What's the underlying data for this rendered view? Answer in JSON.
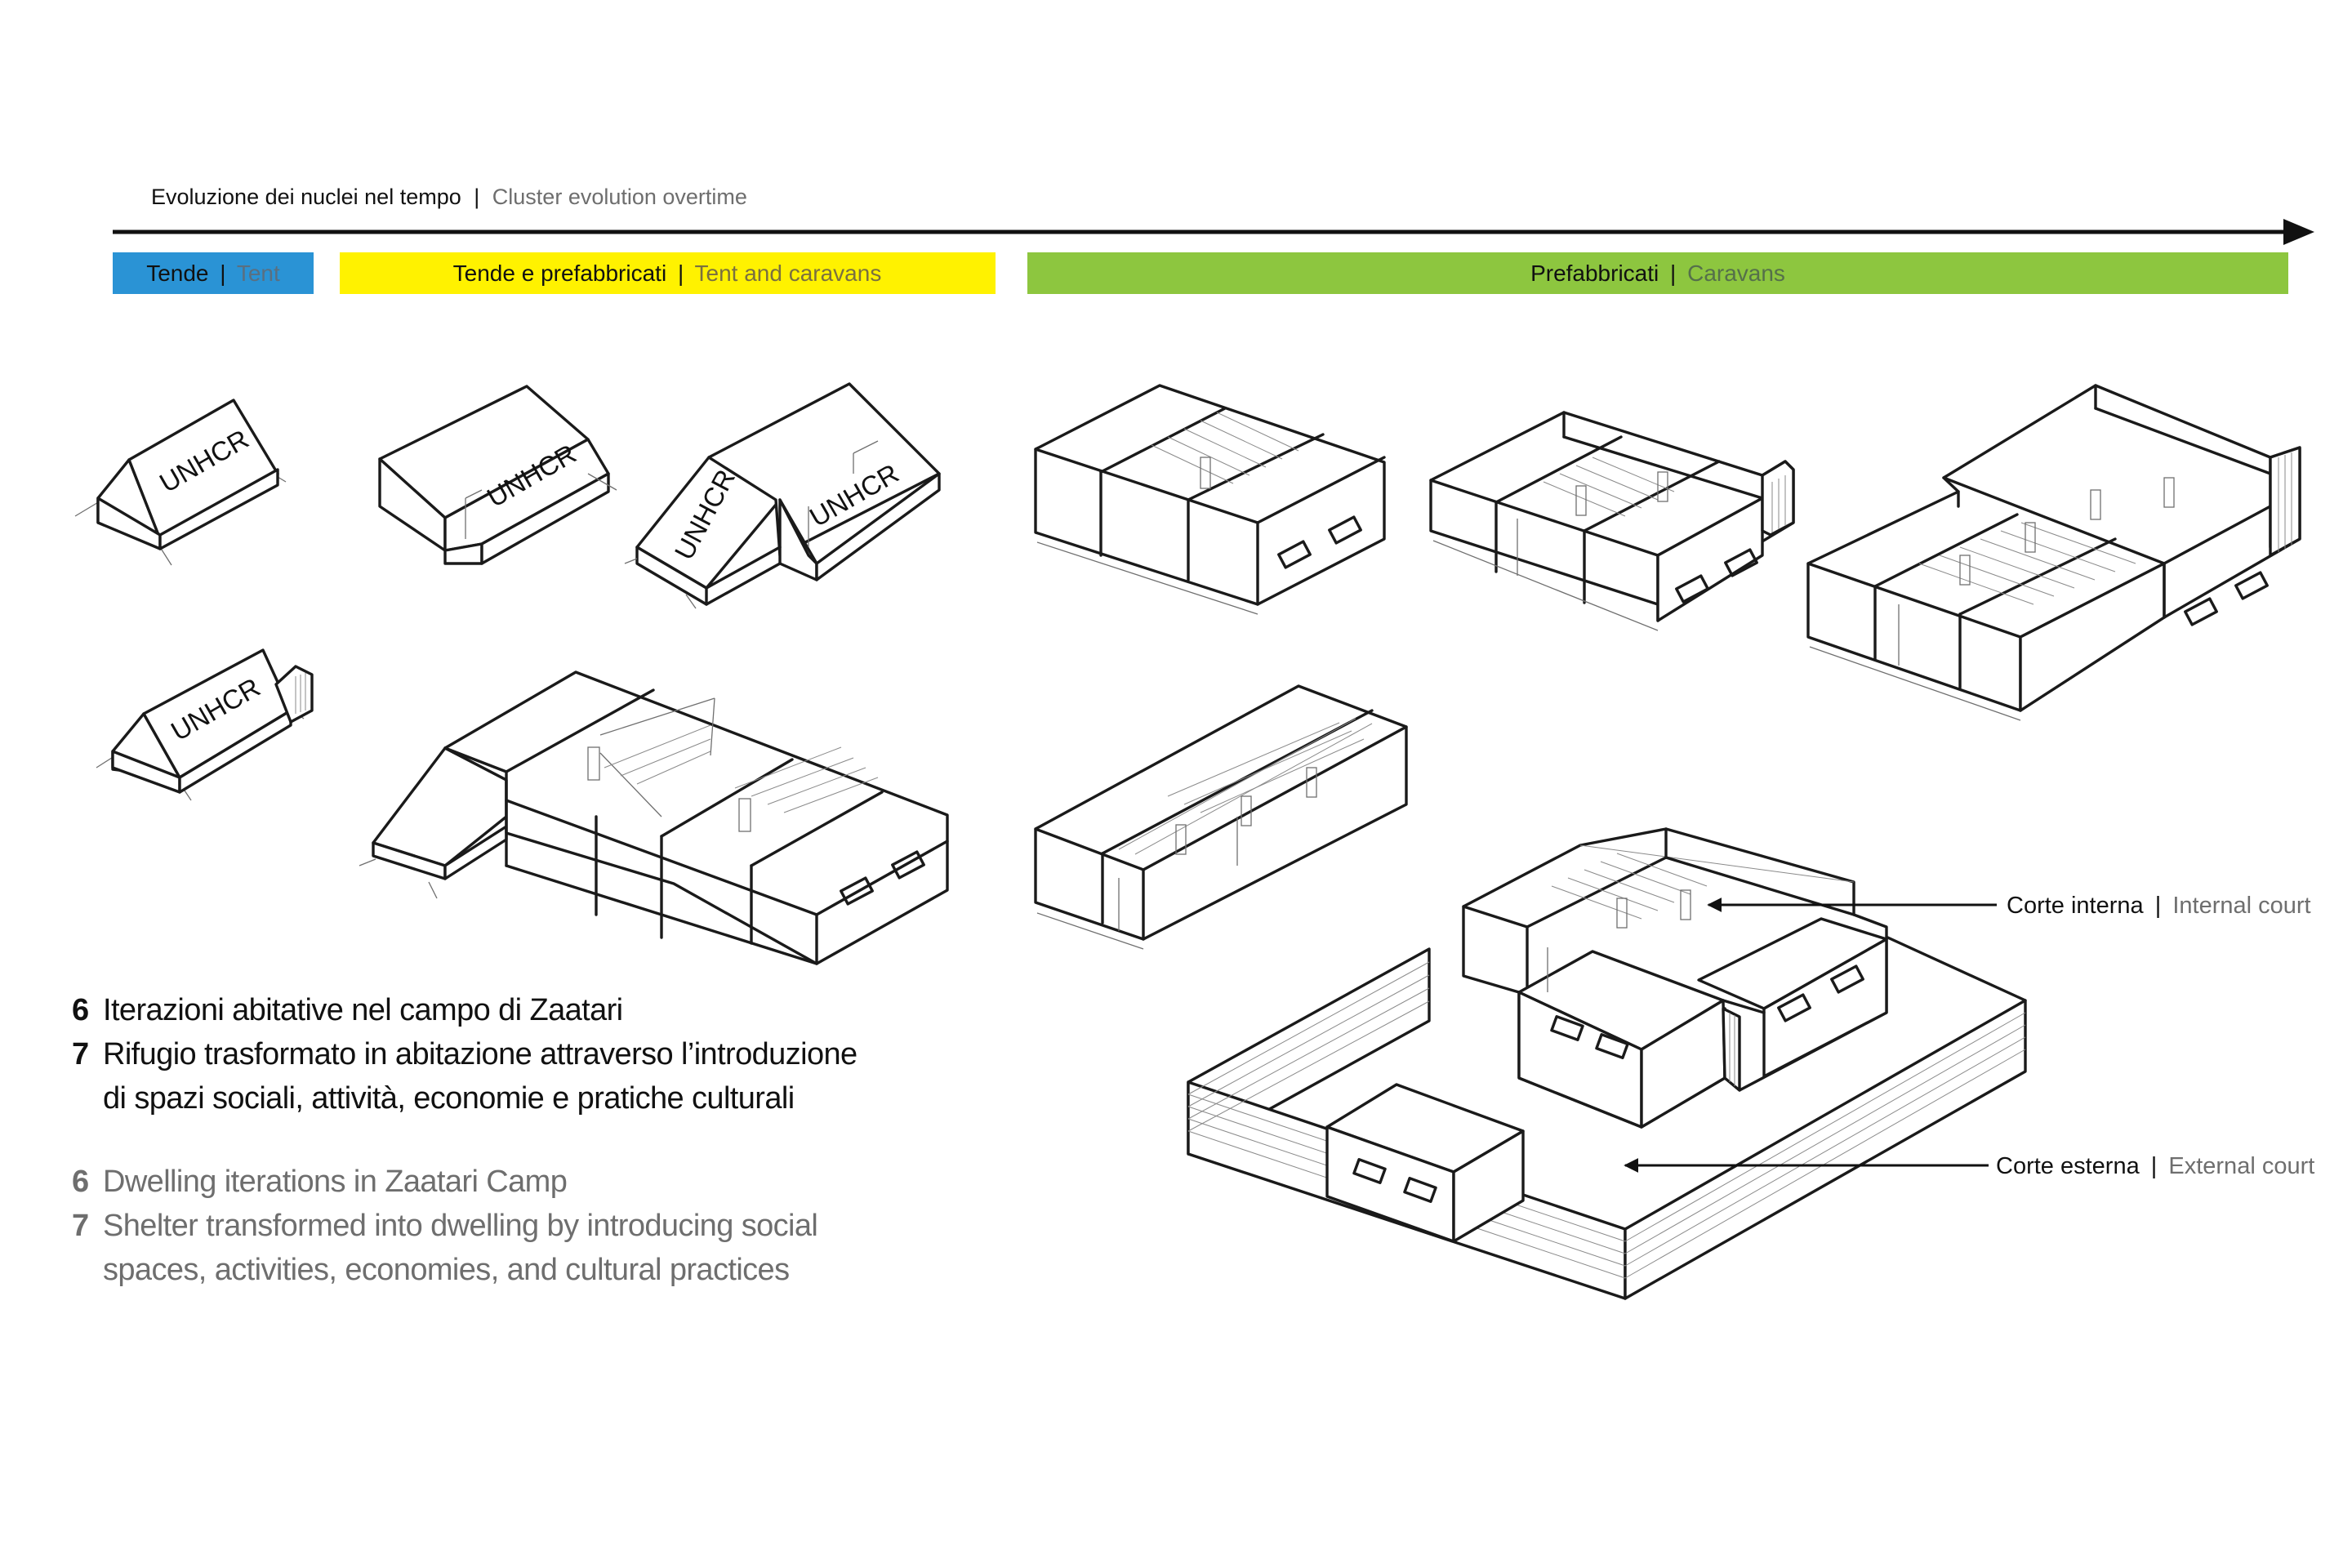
{
  "header": {
    "title_it": "Evoluzione dei nuclei nel tempo",
    "separator": "|",
    "title_en": "Cluster evolution overtime"
  },
  "phases": [
    {
      "label_it": "Tende",
      "label_en": "Tent",
      "color": "#2a93d5"
    },
    {
      "label_it": "Tende e prefabbricati",
      "label_en": "Tent and caravans",
      "color": "#fff200"
    },
    {
      "label_it": "Prefabbricati",
      "label_en": "Caravans",
      "color": "#8dc63f"
    }
  ],
  "tent_label": "UNHCR",
  "annotations": {
    "internal": {
      "label_it": "Corte interna",
      "label_en": "Internal court"
    },
    "external": {
      "label_it": "Corte esterna",
      "label_en": "External court"
    }
  },
  "captions": {
    "it": [
      {
        "num": "6",
        "lines": [
          "Iterazioni abitative nel campo di Zaatari"
        ]
      },
      {
        "num": "7",
        "lines": [
          "Rifugio trasformato in abitazione attraverso l’introduzione",
          "di spazi sociali, attività, economie e pratiche culturali"
        ]
      }
    ],
    "en": [
      {
        "num": "6",
        "lines": [
          "Dwelling iterations in Zaatari Camp"
        ]
      },
      {
        "num": "7",
        "lines": [
          "Shelter transformed into dwelling by introducing social",
          "spaces, activities, economies, and cultural practices"
        ]
      }
    ]
  },
  "colors": {
    "ink": "#111111",
    "secondary_text": "#6e6e6e",
    "tent_label_on_blue": "#5a6f80",
    "caravan_label_on_green": "#55704a"
  }
}
